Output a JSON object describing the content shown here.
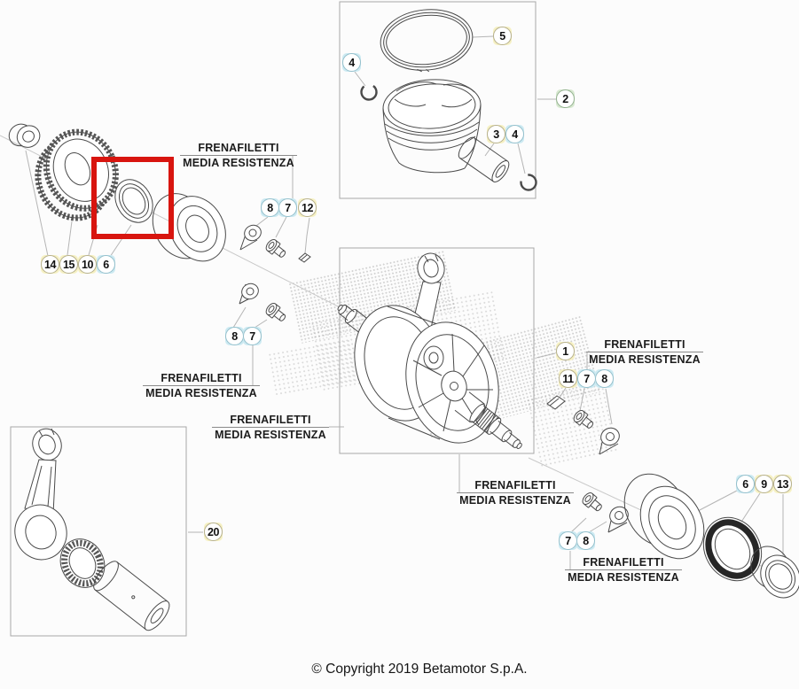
{
  "diagram_title": "crankshaft-exploded-parts-diagram",
  "notes": {
    "threadlocker": {
      "line1": "FRENAFILETTI",
      "line2": "MEDIA RESISTENZA"
    }
  },
  "badges": [
    {
      "label": "5",
      "color": "yellow"
    },
    {
      "label": "4",
      "color": "blue"
    },
    {
      "label": "3",
      "color": "yellow"
    },
    {
      "label": "4",
      "color": "blue"
    },
    {
      "label": "2",
      "color": "green"
    },
    {
      "label": "8",
      "color": "blue"
    },
    {
      "label": "7",
      "color": "blue"
    },
    {
      "label": "12",
      "color": "yellow"
    },
    {
      "label": "14",
      "color": "yellow"
    },
    {
      "label": "15",
      "color": "yellow"
    },
    {
      "label": "10",
      "color": "yellow"
    },
    {
      "label": "6",
      "color": "blue"
    },
    {
      "label": "8",
      "color": "blue"
    },
    {
      "label": "7",
      "color": "blue"
    },
    {
      "label": "1",
      "color": "yellow"
    },
    {
      "label": "11",
      "color": "yellow"
    },
    {
      "label": "7",
      "color": "blue"
    },
    {
      "label": "8",
      "color": "blue"
    },
    {
      "label": "6",
      "color": "blue"
    },
    {
      "label": "9",
      "color": "yellow"
    },
    {
      "label": "13",
      "color": "yellow"
    },
    {
      "label": "7",
      "color": "blue"
    },
    {
      "label": "8",
      "color": "blue"
    },
    {
      "label": "20",
      "color": "yellow"
    }
  ],
  "footer": {
    "copyright": "© Copyright 2019 Betamotor S.p.A."
  },
  "colors": {
    "badge_yellow": "#f6f1c3",
    "badge_blue": "#cdeaf2",
    "badge_green": "#d7e8d0",
    "highlight_red": "#d8150f",
    "leader_line": "#b5b5b5",
    "drawing_line": "#4a4a4a",
    "background": "#fcfcfc"
  }
}
